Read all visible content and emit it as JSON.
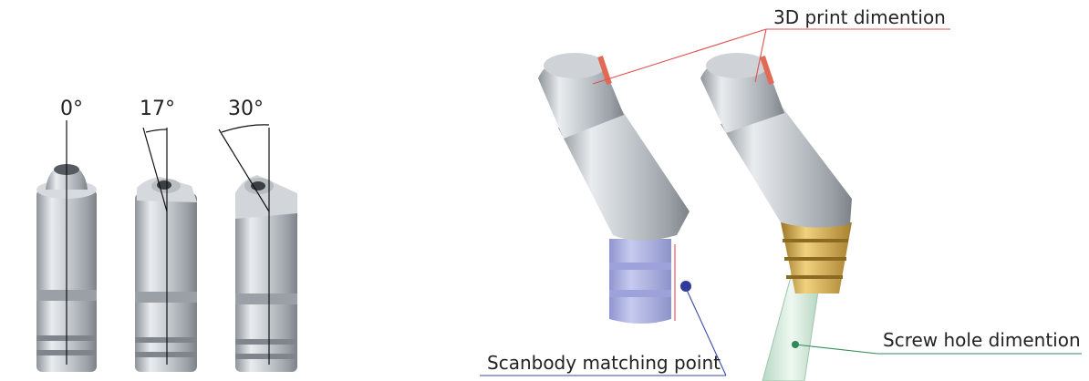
{
  "angles": {
    "a0": "0°",
    "a17": "17°",
    "a30": "30°"
  },
  "callouts": {
    "print": "3D print dimention",
    "scanbody": "Scanbody matching point",
    "screw": "Screw hole dimention"
  },
  "colors": {
    "print_line": "#e05050",
    "scanbody_line": "#3a4aa8",
    "screw_line": "#2e8a58",
    "titanium": "#c7ccd1",
    "scanbody": "#a9aee0",
    "gold": "#c9a24a",
    "screw_tube": "#cfe8d6"
  }
}
